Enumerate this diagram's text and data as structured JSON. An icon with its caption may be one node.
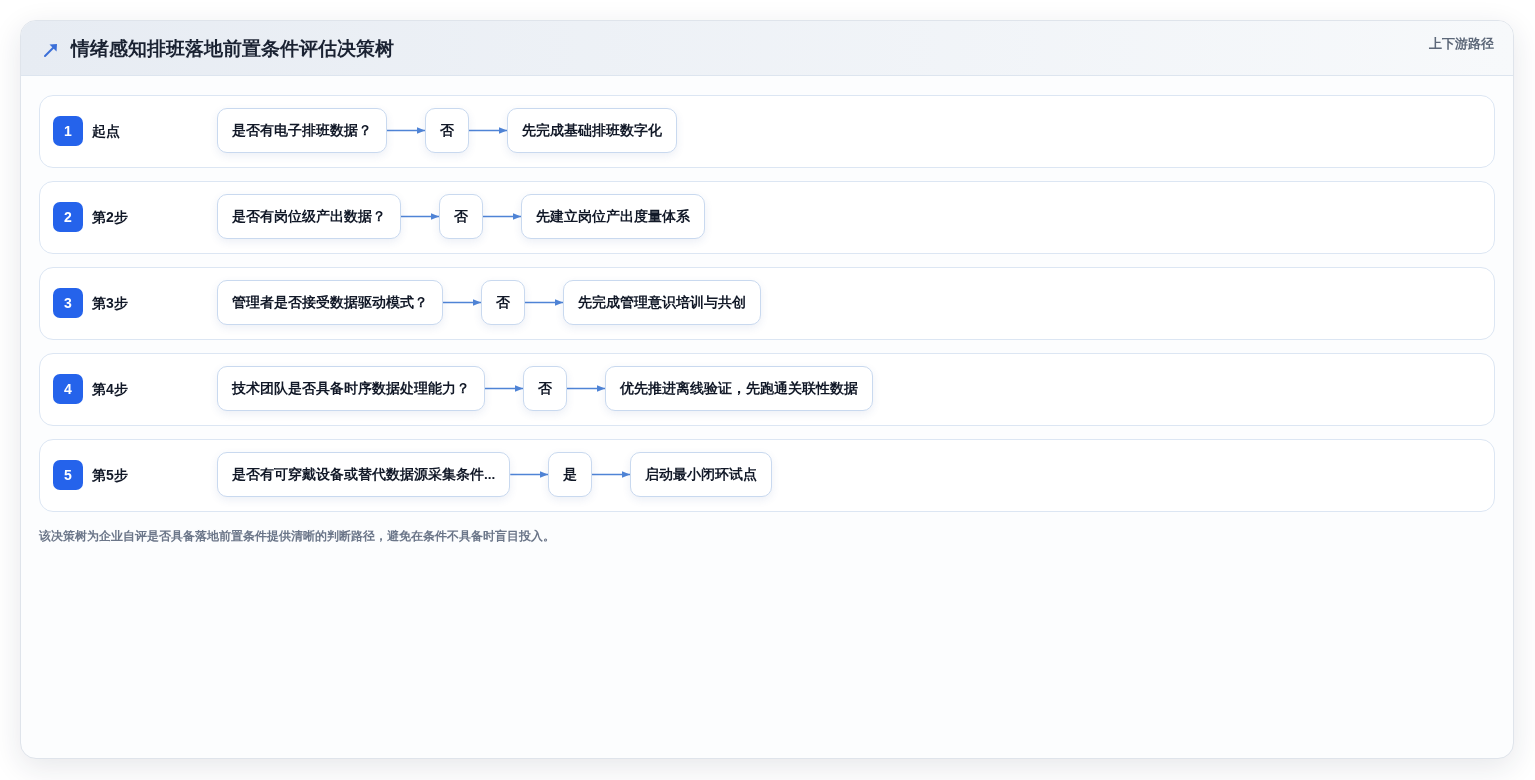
{
  "diagram": {
    "title": "情绪感知排班落地前置条件评估决策树",
    "caption": "该决策树为企业自评是否具备落地前置条件提供清晰的判断路径，避免在条件不具备时盲目投入。",
    "nodes": [
      {
        "text": [
          "起点"
        ]
      },
      {
        "text": [
          "1"
        ],
        "in": 0
      },
      {
        "text": [
          "是否有电子排班数据？"
        ],
        "in": 0
      },
      {
        "text": [
          "否"
        ],
        "in": 0
      },
      {
        "text": [
          "先完成基础排班数字化"
        ],
        "in": 0
      },
      {
        "text": [
          "第2步"
        ]
      },
      {
        "text": [
          "2"
        ],
        "in": 5
      },
      {
        "text": [
          "是否有岗位级产出数据？"
        ],
        "in": 5
      },
      {
        "text": [
          "否"
        ],
        "in": 5
      },
      {
        "text": [
          "先建立岗位产出度量体系"
        ],
        "in": 5
      },
      {
        "text": [
          "第3步"
        ]
      },
      {
        "text": [
          "3"
        ],
        "in": 10
      },
      {
        "text": [
          "管理者是否接受数据驱动模式？"
        ],
        "in": 10
      },
      {
        "text": [
          "否"
        ],
        "in": 10
      },
      {
        "text": [
          "先完成管理意识培训与共创"
        ],
        "in": 10
      },
      {
        "text": [
          "第4步"
        ]
      },
      {
        "text": [
          "4"
        ],
        "in": 15
      },
      {
        "text": [
          "技术团队是否具备时序数据处理能力？"
        ],
        "in": 15
      },
      {
        "text": [
          "否"
        ],
        "in": 15
      },
      {
        "text": [
          "优先推进离线验证，先跑通关联性数据"
        ],
        "in": 15
      },
      {
        "text": [
          "第5步"
        ]
      },
      {
        "text": [
          "5"
        ],
        "in": 20
      },
      {
        "text": [
          "是否有可穿戴设备或替代数据源采集条件..."
        ],
        "in": 20
      },
      {
        "text": [
          "是"
        ],
        "in": 20
      },
      {
        "text": [
          "启动最小闭环试点"
        ],
        "in": 20
      }
    ],
    "edges": [
      {
        "from": 2,
        "to": 3,
        "arrow": "to"
      },
      {
        "from": 3,
        "to": 4,
        "arrow": "to"
      },
      {
        "from": 7,
        "to": 8,
        "arrow": "to"
      },
      {
        "from": 8,
        "to": 9,
        "arrow": "to"
      },
      {
        "from": 12,
        "to": 13,
        "arrow": "to"
      },
      {
        "from": 13,
        "to": 14,
        "arrow": "to"
      },
      {
        "from": 17,
        "to": 18,
        "arrow": "to"
      },
      {
        "from": 18,
        "to": 19,
        "arrow": "to"
      },
      {
        "from": 22,
        "to": 23,
        "arrow": "to"
      },
      {
        "from": 23,
        "to": 24,
        "arrow": "to"
      }
    ],
    "labels": [
      "上下游路径"
    ]
  }
}
